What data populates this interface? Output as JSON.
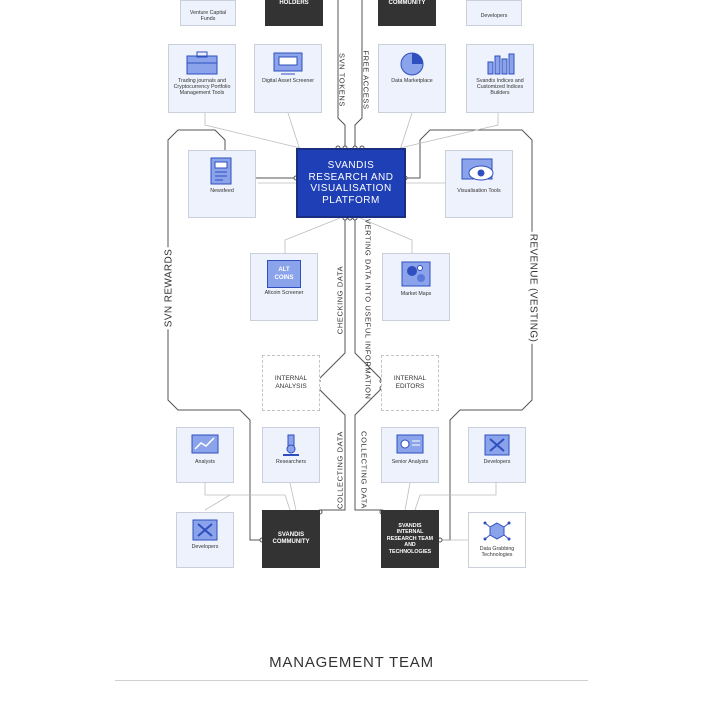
{
  "top_row": {
    "venture_capital_funds": "Venture Capital Funds",
    "holders": "HOLDERS",
    "community": "COMMUNITY",
    "developers": "Developers"
  },
  "tools_row": {
    "trading_journals": "Trading journals and Cryptocurrency Portfolio Management Tools",
    "digital_asset_screener": "Digital Asset Screener",
    "data_marketplace": "Data Marketplace",
    "svandis_indices": "Svandis Indices and Customized Indices Builders"
  },
  "flow_labels": {
    "svn_tokens": "SVN TOKENS",
    "free_access": "FREE ACCESS",
    "checking_data": "CHECKING DATA",
    "converting_data": "CONVERTING DATA INTO USEFUL INFORMATION",
    "collecting_data_left": "COLLECTING DATA",
    "collecting_data_right": "COLLECTING DATA",
    "svn_rewards": "SVN REWARDS",
    "revenue_vesting": "REVENUE (VESTING)"
  },
  "platform": {
    "title": "SVANDIS RESEARCH AND VISUALISATION PLATFORM",
    "newsfeed": "Newsfeed",
    "visualisation_tools": "Visualisation Tools",
    "altcoin_screener": "Altcoin Screener",
    "market_maps": "Market Maps",
    "alt_coins_badge_1": "ALT",
    "alt_coins_badge_2": "COINS"
  },
  "internal": {
    "internal_analysis": "INTERNAL ANALYSIS",
    "internal_editors": "INTERNAL EDITORS"
  },
  "bottom": {
    "analysts": "Analysts",
    "researchers": "Researchers",
    "senior_analysts": "Senior Analysts",
    "developers_right": "Developers",
    "developers_left": "Developers",
    "svandis_community": "SVANDIS COMMUNITY",
    "svandis_internal": "SVANDIS INTERNAL RESEARCH TEAM AND TECHNOLOGIES",
    "data_grabbing": "Data Grabbing Technologies"
  },
  "footer": {
    "management_team": "MANAGEMENT TEAM"
  },
  "colors": {
    "platform_blue": "#1e3fb5",
    "icon_blue": "#3f63d9",
    "node_fill": "#eef2fc",
    "dark_box": "#333333",
    "line": "#555555"
  },
  "icons": [
    "briefcase-icon",
    "screener-icon",
    "pie-chart-icon",
    "bar-chart-icon",
    "newspaper-icon",
    "eye-chart-icon",
    "altcoin-icon",
    "bubble-map-icon",
    "line-chart-icon",
    "microscope-icon",
    "analysis-chart-icon",
    "tools-icon",
    "cube-network-icon"
  ]
}
